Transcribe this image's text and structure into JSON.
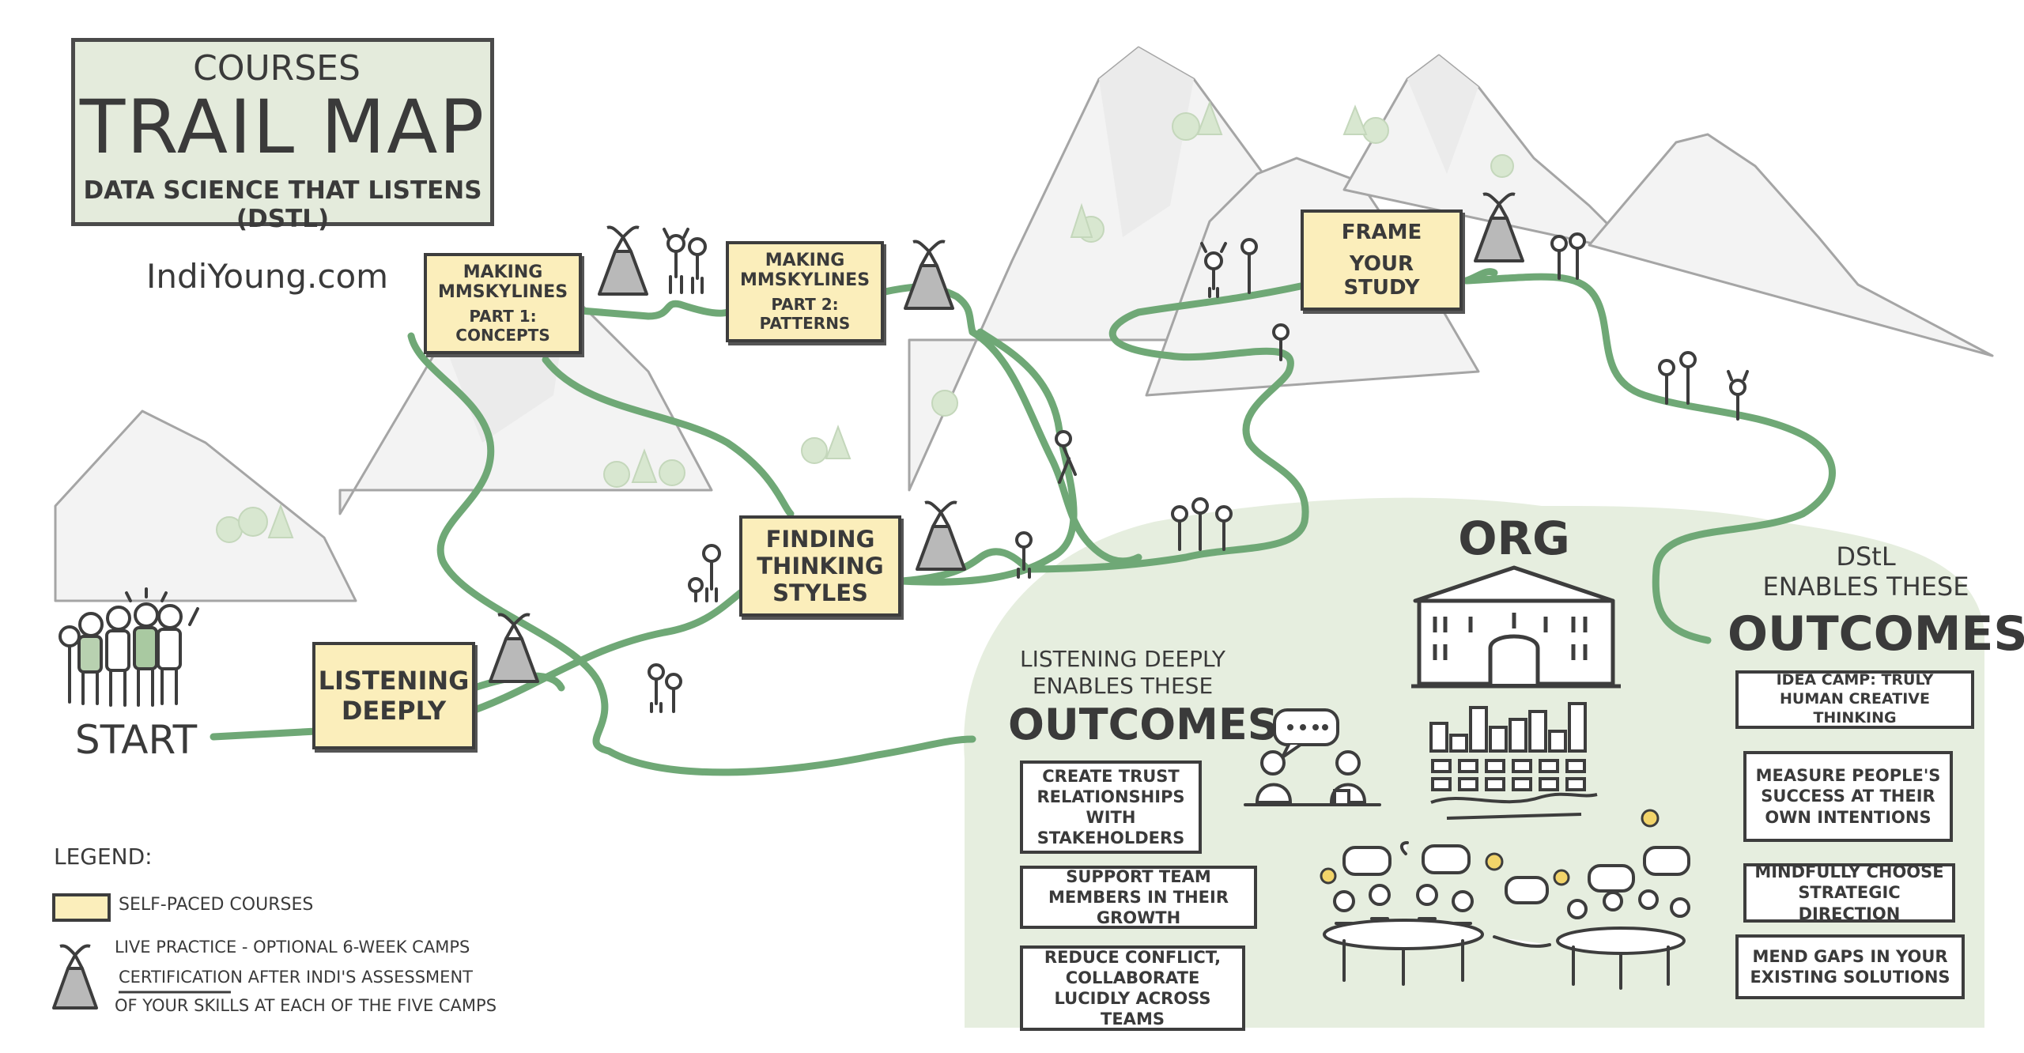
{
  "header": {
    "subtitle_top": "COURSES",
    "title": "TRAIL MAP",
    "program": "DATA SCIENCE THAT LISTENS (DStL)",
    "website": "IndiYoung.com"
  },
  "trail": {
    "start_label": "START",
    "courses": [
      {
        "id": "listening-deeply",
        "label_line1": "LISTENING",
        "label_line2": "DEEPLY",
        "label_line3": ""
      },
      {
        "id": "mm-skylines-1",
        "label_line1": "MAKING",
        "label_line2": "mmSKYLINES",
        "label_line3": "PART 1: CONCEPTS"
      },
      {
        "id": "mm-skylines-2",
        "label_line1": "MAKING",
        "label_line2": "mmSKYLINES",
        "label_line3": "PART 2: PATTERNS"
      },
      {
        "id": "finding-thinking-styles",
        "label_line1": "FINDING",
        "label_line2": "THINKING",
        "label_line3": "STYLES"
      },
      {
        "id": "frame-your-study",
        "label_line1": "FRAME",
        "label_line2": "YOUR STUDY",
        "label_line3": ""
      }
    ]
  },
  "listening_outcomes": {
    "heading_line1": "LISTENING DEEPLY",
    "heading_line2": "ENABLES THESE",
    "heading_big": "OUTCOMES",
    "items": [
      "CREATE TRUST RELATIONSHIPS WITH STAKEHOLDERS",
      "SUPPORT TEAM MEMBERS IN THEIR GROWTH",
      "REDUCE CONFLICT, COLLABORATE LUCIDLY ACROSS TEAMS"
    ]
  },
  "org": {
    "label": "ORG"
  },
  "dstl_outcomes": {
    "heading_line1": "DStL",
    "heading_line2": "ENABLES THESE",
    "heading_big": "OUTCOMES",
    "items": [
      "IDEA CAMP: TRULY HUMAN CREATIVE THINKING",
      "MEASURE PEOPLE'S SUCCESS AT THEIR OWN INTENTIONS",
      "MINDFULLY CHOOSE STRATEGIC DIRECTION",
      "MEND GAPS IN YOUR EXISTING SOLUTIONS"
    ]
  },
  "legend": {
    "title": "LEGEND:",
    "self_paced": "SELF-PACED COURSES",
    "live_practice_line1": "LIVE PRACTICE - OPTIONAL 6-WEEK CAMPS",
    "live_practice_line2": "CERTIFICATION AFTER INDI'S ASSESSMENT",
    "live_practice_line3": "OF YOUR SKILLS AT EACH OF THE FIVE CAMPS"
  },
  "colors": {
    "trail": "#6fa876",
    "course_fill": "#fbeebb",
    "region_fill": "#e6eedf",
    "mountain": "#9a9a9a",
    "ink": "#3d3d3d",
    "tree": "#d7e6cf"
  }
}
